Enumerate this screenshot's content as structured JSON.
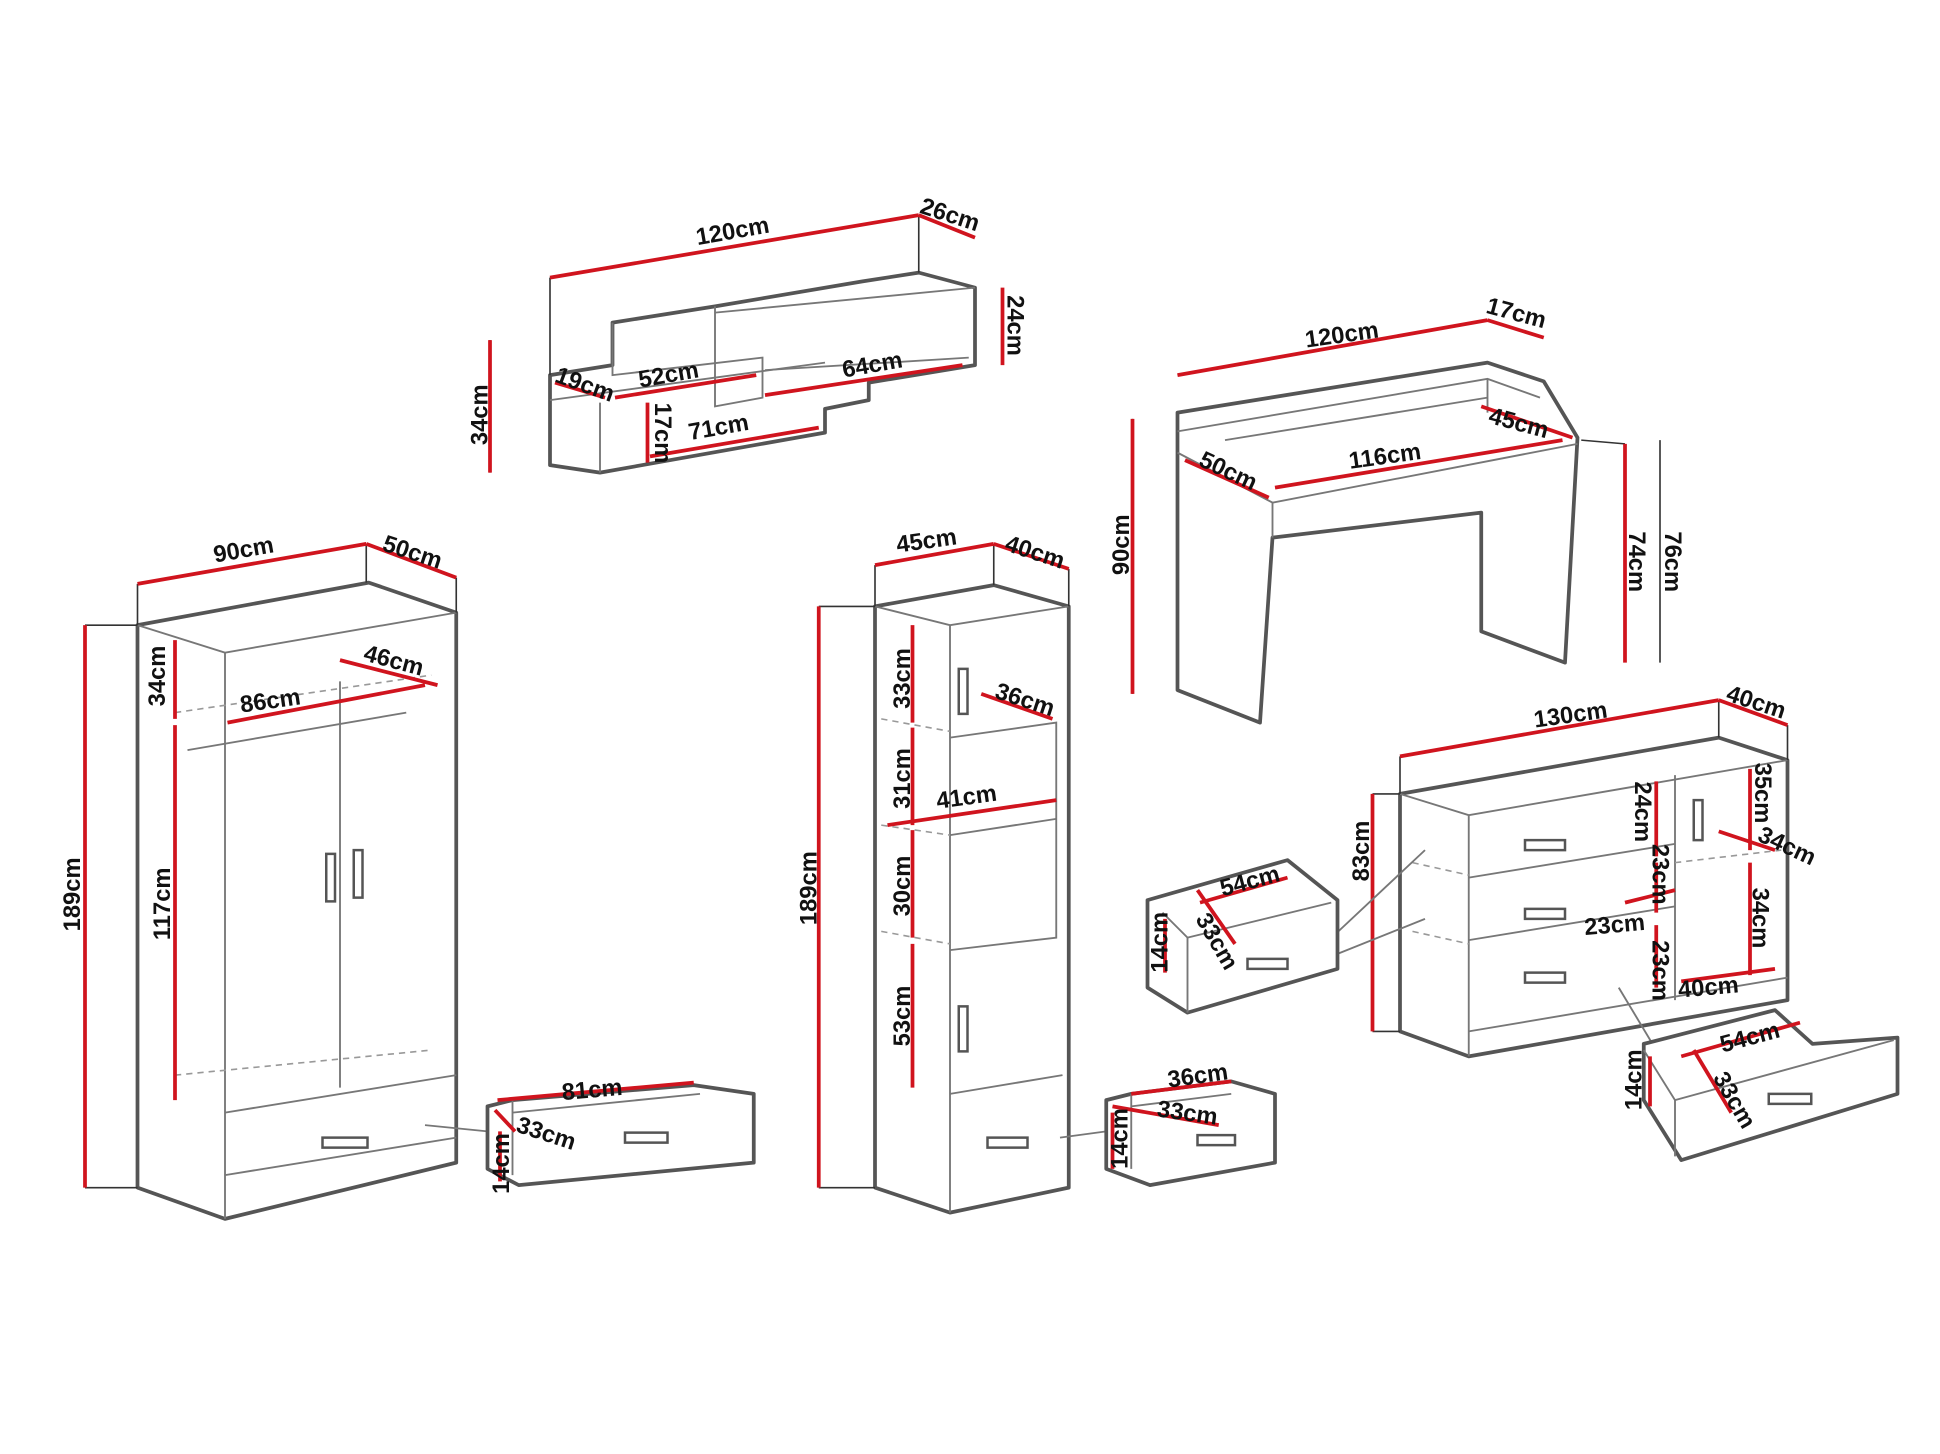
{
  "wall_shelf": {
    "width": "120cm",
    "depth": "26cm",
    "right_height": "24cm",
    "left_height": "34cm",
    "cubby_depth": "19cm",
    "left_shelf": "52cm",
    "right_shelf": "64cm",
    "cubby_height": "17cm",
    "lower_shelf": "71cm"
  },
  "desk": {
    "width": "120cm",
    "top_depth": "17cm",
    "upper_shelf": "45cm",
    "depth": "50cm",
    "inner_width": "116cm",
    "height": "90cm",
    "inner_height": "74cm",
    "side_height": "76cm"
  },
  "wardrobe": {
    "width": "90cm",
    "depth": "50cm",
    "inner_depth": "46cm",
    "inner_width": "86cm",
    "top_compartment": "34cm",
    "hanging_height": "117cm",
    "height": "189cm",
    "drawer_width": "81cm",
    "drawer_depth": "33cm",
    "drawer_height": "14cm"
  },
  "tall_cabinet": {
    "width": "45cm",
    "depth": "40cm",
    "top_section": "33cm",
    "inner_depth": "36cm",
    "shelf_2": "31cm",
    "inner_width": "41cm",
    "shelf_3": "30cm",
    "bottom_section": "53cm",
    "height": "189cm",
    "drawer_width": "36cm",
    "drawer_depth": "33cm",
    "drawer_height": "14cm"
  },
  "dresser": {
    "width": "130cm",
    "depth": "40cm",
    "door_top": "35cm",
    "door_depth": "34cm",
    "drawer1_height": "24cm",
    "drawer2_height": "23cm",
    "drawer_inner_width": "23cm",
    "door_bottom": "34cm",
    "drawer3_height": "23cm",
    "door_width": "40cm",
    "height": "83cm",
    "left_drawer": {
      "width": "54cm",
      "depth": "33cm",
      "height": "14cm"
    },
    "right_drawer": {
      "width": "54cm",
      "depth": "33cm",
      "height": "14cm"
    }
  }
}
